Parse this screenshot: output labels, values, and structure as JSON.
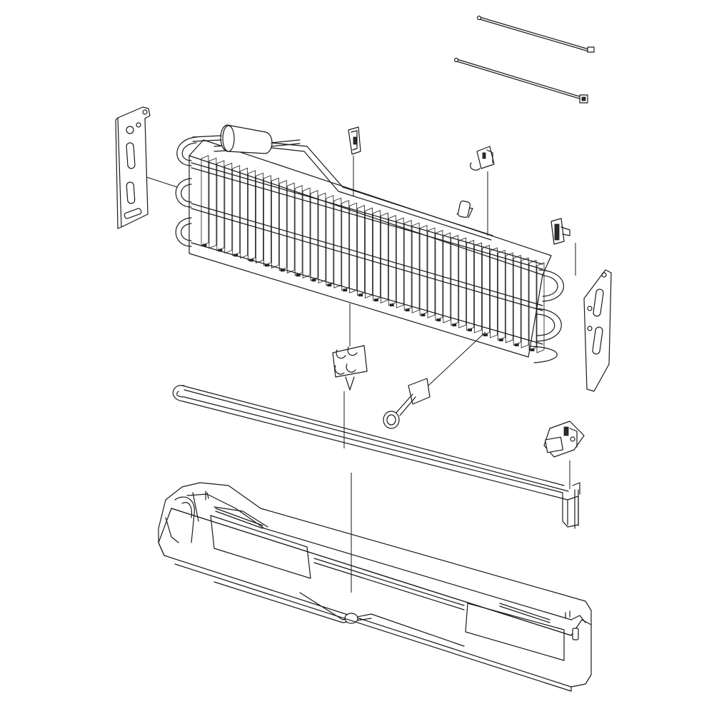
{
  "diagram": {
    "background": "#ffffff",
    "line_color": "#1a1a1a",
    "parts": [
      {
        "id": "defrost-sensor-wire-upper",
        "icon": "wire-harness-icon"
      },
      {
        "id": "defrost-sensor-wire-lower",
        "icon": "wire-harness-icon"
      },
      {
        "id": "evaporator-coil",
        "icon": "evaporator-icon"
      },
      {
        "id": "accumulator",
        "icon": "accumulator-icon"
      },
      {
        "id": "evaporator-bracket-left",
        "icon": "bracket-icon"
      },
      {
        "id": "evaporator-bracket-right",
        "icon": "bracket-icon"
      },
      {
        "id": "tube-clip-top",
        "icon": "clip-icon"
      },
      {
        "id": "tube-holder-top-right",
        "icon": "clip-icon"
      },
      {
        "id": "wire-holder-right",
        "icon": "clip-icon"
      },
      {
        "id": "tube-holder-center",
        "icon": "clip-icon"
      },
      {
        "id": "defrost-thermostat",
        "icon": "thermostat-icon"
      },
      {
        "id": "defrost-heater",
        "icon": "heater-icon"
      },
      {
        "id": "heater-connector",
        "icon": "connector-icon"
      },
      {
        "id": "drain-pan",
        "icon": "drain-pan-icon"
      }
    ]
  }
}
